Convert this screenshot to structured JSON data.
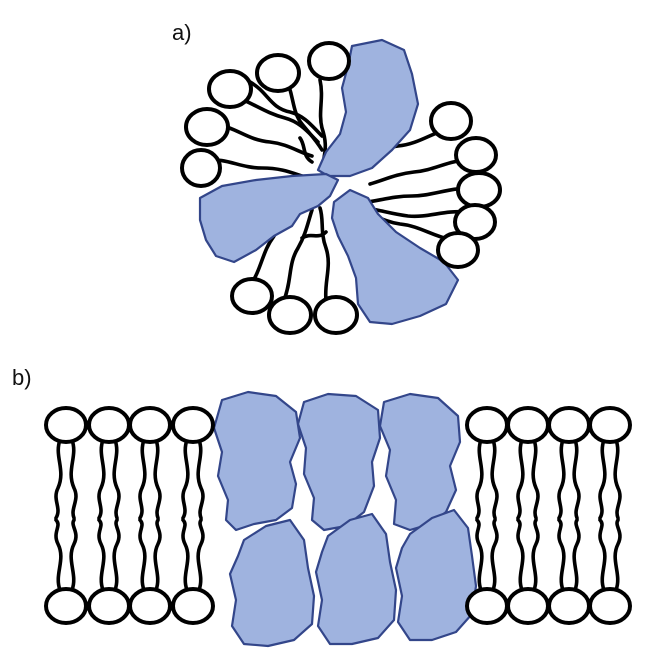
{
  "figure": {
    "panels": [
      {
        "id": "a",
        "label": "a)"
      },
      {
        "id": "b",
        "label": "b)"
      }
    ],
    "colors": {
      "protein_fill": "#9fb3df",
      "protein_stroke": "#33468a",
      "lipid_head_fill": "#ffffff",
      "lipid_outline": "#000000"
    }
  }
}
